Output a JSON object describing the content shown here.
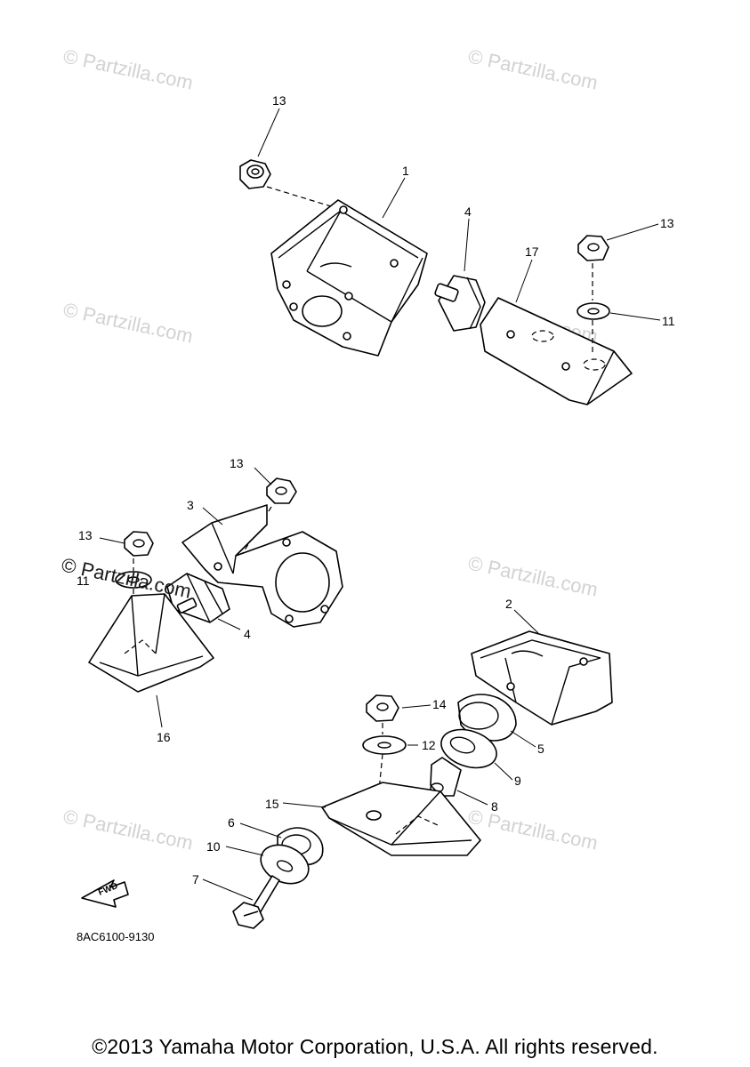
{
  "watermarks": [
    "© Partzilla.com",
    "© Partzilla.com",
    "© Partzilla.com",
    "© Partzilla.com",
    "© Partzilla.com",
    "© Partzilla.com",
    "© Partzilla.com",
    "© Partzilla.com"
  ],
  "callouts": {
    "c1": "1",
    "c2": "2",
    "c3": "3",
    "c4a": "4",
    "c4b": "4",
    "c5": "5",
    "c6": "6",
    "c7": "7",
    "c8": "8",
    "c9": "9",
    "c10": "10",
    "c11": "11",
    "c11b": "11",
    "c12": "12",
    "c13a": "13",
    "c13b": "13",
    "c13c": "13",
    "c13d": "13",
    "c14": "14",
    "c15": "15",
    "c16": "16",
    "c17": "17"
  },
  "fwd_label": "FWD",
  "diagram_code": "8AC6100-9130",
  "copyright": "©2013 Yamaha Motor Corporation, U.S.A. All rights reserved."
}
